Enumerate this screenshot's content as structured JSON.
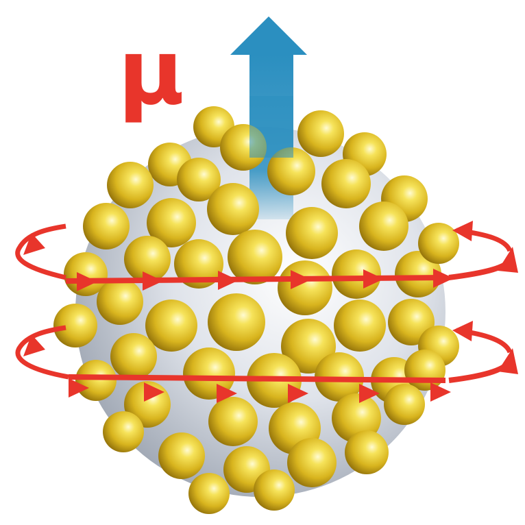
{
  "labels": {
    "moment": "μ"
  },
  "colors": {
    "moment_label": "#e8352b",
    "moment_arrow": "#2b8fc0",
    "current_loops": "#e8352b",
    "nanoparticles": "#e6c82a",
    "core_sphere": "#d8dde6"
  },
  "icons": {
    "moment_arrow": "up-arrow",
    "current_loops": "circular-arrow-loop"
  }
}
